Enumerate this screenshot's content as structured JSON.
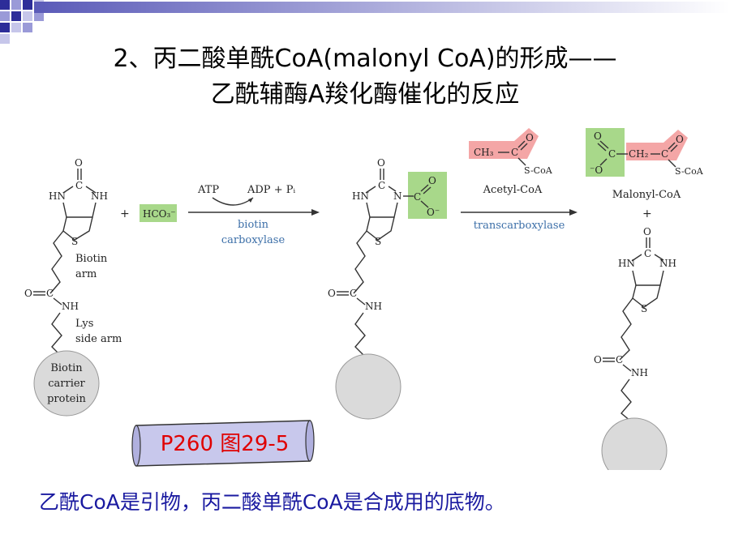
{
  "slide": {
    "title_line1": "2、丙二酸单酰CoA(malonyl CoA)的形成——",
    "title_line2": "乙酰辅酶A羧化酶催化的反应",
    "reference": "P260 图29-5",
    "note": "乙酰CoA是引物，丙二酸单酰CoA是合成用的底物。"
  },
  "diagram": {
    "ring_o": "O",
    "ring_c": "C",
    "ring_hn": "HN",
    "ring_nh": "NH",
    "ring_n": "N",
    "ring_s": "S",
    "plus": "+",
    "bicarbonate": "HCO₃⁻",
    "atp": "ATP",
    "adp_pi": "ADP + Pᵢ",
    "enzyme1_line1": "biotin",
    "enzyme1_line2": "carboxylase",
    "biotin_arm_line1": "Biotin",
    "biotin_arm_line2": "arm",
    "lys_arm_line1": "Lys",
    "lys_arm_line2": "side arm",
    "carrier_line1": "Biotin",
    "carrier_line2": "carrier",
    "carrier_line3": "protein",
    "amide_o": "O",
    "amide_c": "C",
    "amide_nh": "NH",
    "carboxyl_o": "O",
    "carboxyl_c": "C",
    "carboxyl_ominus": "O⁻",
    "acetyl_ch3": "CH₃",
    "acetyl_c": "C",
    "acetyl_o": "O",
    "acetyl_scoa": "S-CoA",
    "acetylcoa_label": "Acetyl-CoA",
    "enzyme2": "transcarboxylase",
    "malonyl_ominus": "⁻O",
    "malonyl_o": "O",
    "malonyl_c": "C",
    "malonyl_ch2": "CH₂",
    "malonyl_scoa": "S-CoA",
    "malonylcoa_label": "Malonyl-CoA"
  },
  "colors": {
    "green_highlight": "#a8d88a",
    "pink_highlight": "#f4a6a6",
    "protein_gray": "#dadada",
    "enzyme_blue": "#3c6fa8",
    "reference_red": "#e00000",
    "note_blue": "#1a1aa0",
    "scroll_fill": "#c8c8ec"
  }
}
